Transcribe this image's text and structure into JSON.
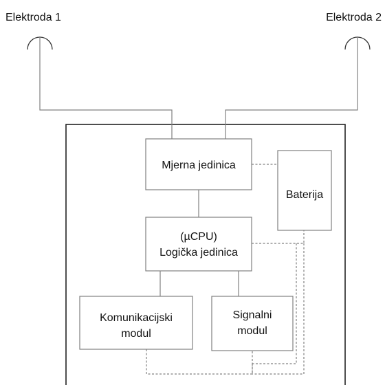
{
  "electrodes": {
    "left_label": "Elektroda 1",
    "right_label": "Elektroda 2"
  },
  "blocks": {
    "measurement_unit": "Mjerna jedinica",
    "battery": "Baterija",
    "logic_unit_line1": "(µCPU)",
    "logic_unit_line2": "Logička jedinica",
    "communication_module_line1": "Komunikacijski",
    "communication_module_line2": "modul",
    "signal_module_line1": "Signalni",
    "signal_module_line2": "modul"
  },
  "colors": {
    "housing": "#222222",
    "block_border": "#808080",
    "wire": "#808080"
  }
}
